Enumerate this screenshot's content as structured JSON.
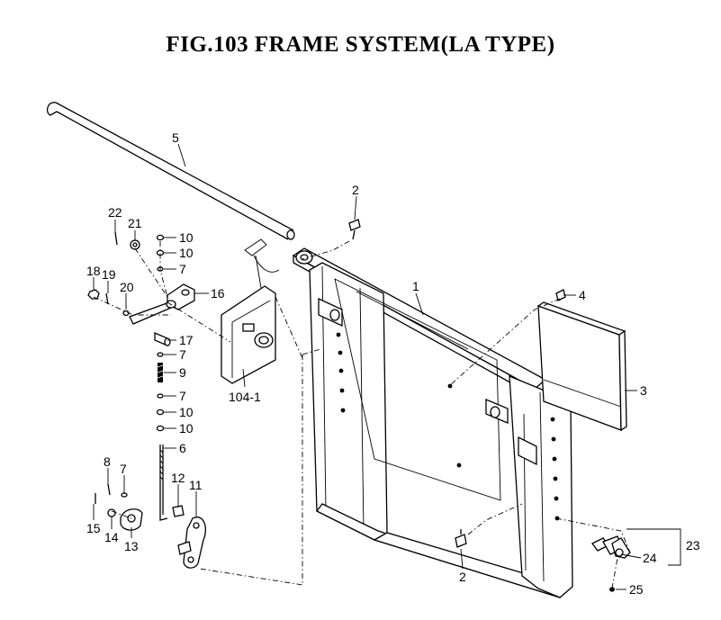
{
  "title": "FIG.103  FRAME SYSTEM(LA TYPE)",
  "part_labels": {
    "p1": "1",
    "p2_top": "2",
    "p2_bottom": "2",
    "p3": "3",
    "p4": "4",
    "p5": "5",
    "p6": "6",
    "p7_a": "7",
    "p7_b": "7",
    "p7_c": "7",
    "p7_d": "7",
    "p8": "8",
    "p9": "9",
    "p10_a": "10",
    "p10_b": "10",
    "p10_c": "10",
    "p10_d": "10",
    "p11": "11",
    "p12": "12",
    "p13": "13",
    "p14": "14",
    "p15": "15",
    "p16": "16",
    "p17": "17",
    "p18": "18",
    "p19": "19",
    "p20": "20",
    "p21": "21",
    "p22": "22",
    "p23": "23",
    "p24": "24",
    "p25": "25",
    "p104_1": "104-1"
  }
}
